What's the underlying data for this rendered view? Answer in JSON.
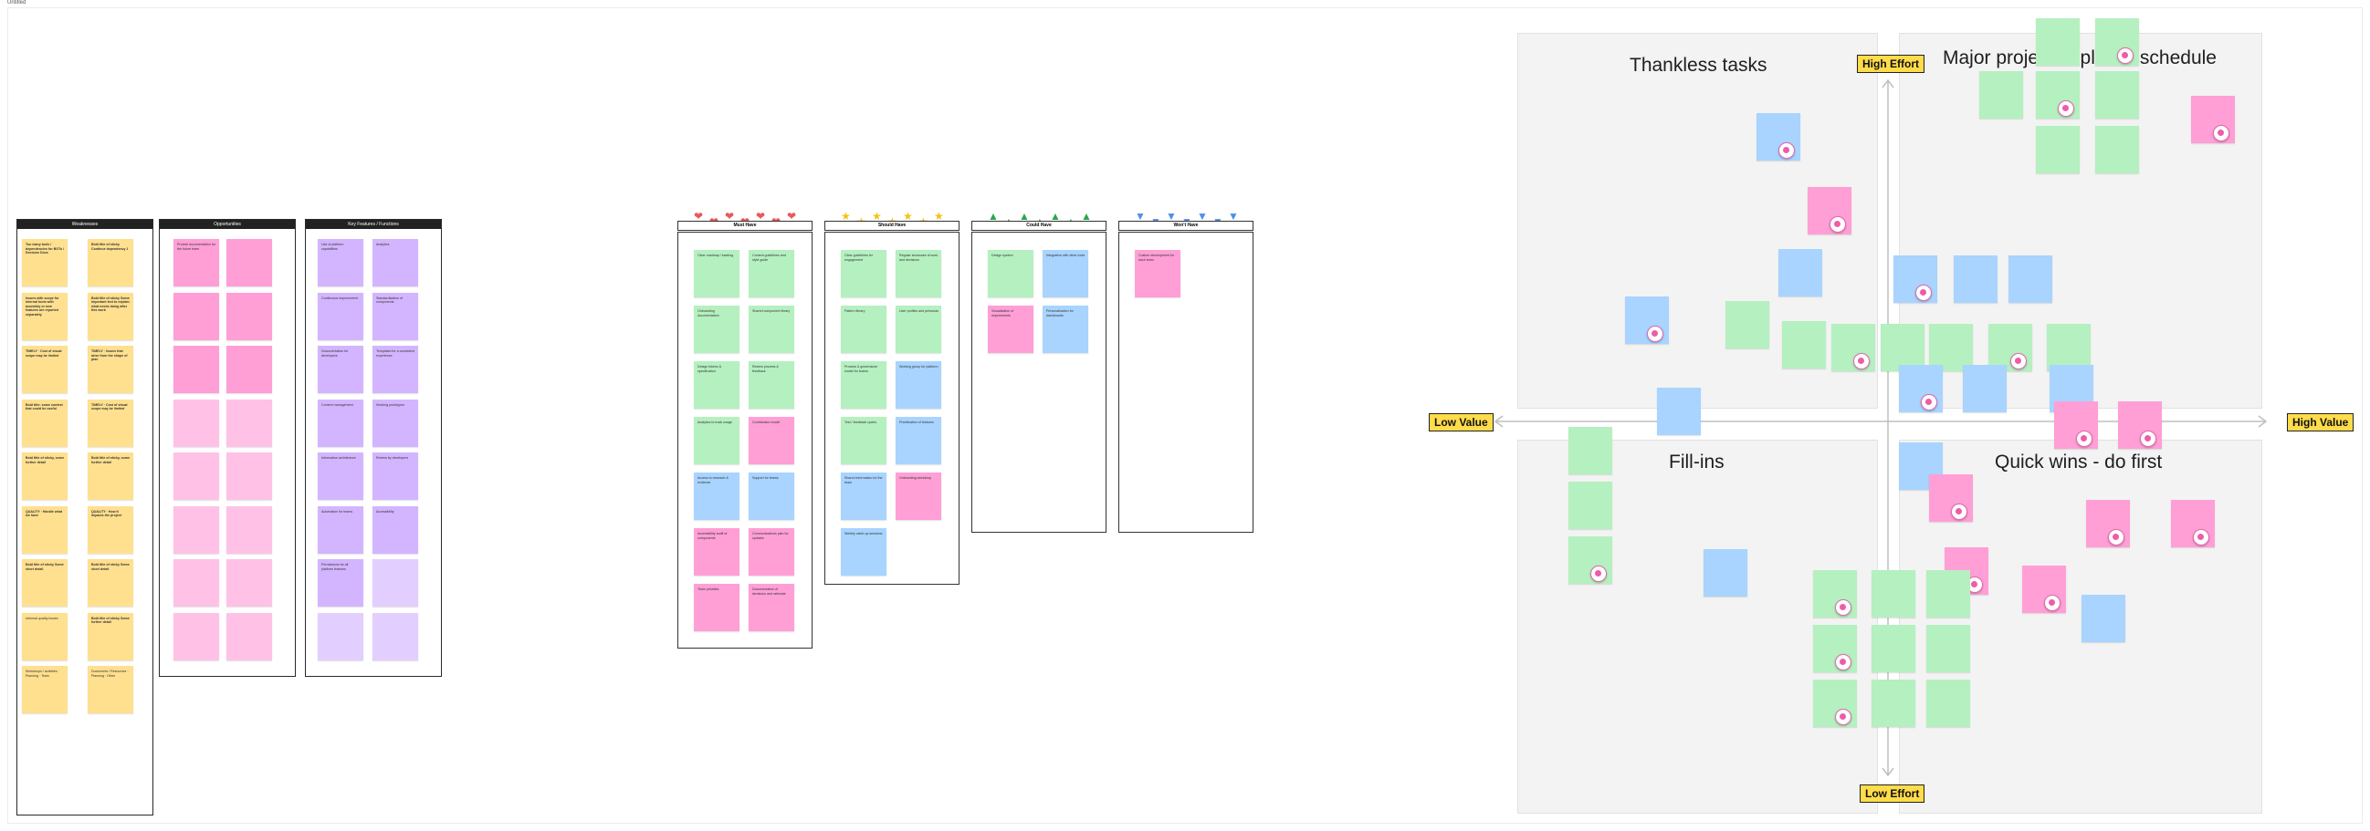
{
  "board": {
    "title": "Untitled"
  },
  "columns": [
    {
      "header": "Weaknesses",
      "notes": [
        {
          "text": "Too many tools / dependencies for BOTs / Decision Docs",
          "color": "y",
          "bold": true
        },
        {
          "text": "Bold title of sticky Continue dependency 1",
          "color": "y",
          "bold": true
        },
        {
          "text": "Issues with scope for internal tools with assembly or new features are reported separately",
          "color": "y",
          "bold": true
        },
        {
          "text": "Bold title of sticky Some important text to explain what needs doing after this work",
          "color": "y",
          "bold": true
        },
        {
          "text": "TIMELY · Cost of visual scope may be limited",
          "color": "y",
          "bold": true
        },
        {
          "text": "TIMELY · Issues that arise from the shape of plan",
          "color": "y",
          "bold": true
        },
        {
          "text": "Bold title: some context that could be useful",
          "color": "y",
          "bold": true
        },
        {
          "text": "TIMELY · Cost of visual scope may be limited",
          "color": "y",
          "bold": true
        },
        {
          "text": "Bold title of sticky, some further detail",
          "color": "y",
          "bold": true
        },
        {
          "text": "Bold title of sticky, some further detail",
          "color": "y",
          "bold": true
        },
        {
          "text": "QUALITY · Handle what we have",
          "color": "y",
          "bold": true
        },
        {
          "text": "QUALITY · How it impacts the project",
          "color": "y",
          "bold": true
        },
        {
          "text": "Bold title of sticky Some short detail",
          "color": "y",
          "bold": true
        },
        {
          "text": "Bold title of sticky Some short detail",
          "color": "y",
          "bold": true
        },
        {
          "text": "Informal quality issues",
          "color": "y",
          "bold": false
        },
        {
          "text": "Bold title of sticky Some further detail",
          "color": "y",
          "bold": true
        },
        {
          "text": "Workshops / activities · Planning · Team",
          "color": "y",
          "bold": false
        },
        {
          "text": "Documents / Resources · Planning · Other",
          "color": "y",
          "bold": false
        }
      ]
    },
    {
      "header": "Opportunities",
      "notes": [
        {
          "text": "Provide documentation for the future team",
          "color": "p"
        },
        {
          "text": "",
          "color": "p"
        },
        {
          "text": "",
          "color": "p"
        },
        {
          "text": "",
          "color": "p"
        },
        {
          "text": "",
          "color": "p"
        },
        {
          "text": "",
          "color": "p"
        },
        {
          "text": "",
          "color": "p2"
        },
        {
          "text": "",
          "color": "p2"
        },
        {
          "text": "",
          "color": "p2"
        },
        {
          "text": "",
          "color": "p2"
        },
        {
          "text": "",
          "color": "p2"
        },
        {
          "text": "",
          "color": "p2"
        },
        {
          "text": "",
          "color": "p2"
        },
        {
          "text": "",
          "color": "p2"
        },
        {
          "text": "",
          "color": "p2"
        },
        {
          "text": "",
          "color": "p2"
        }
      ]
    },
    {
      "header": "Key Features / Functions",
      "notes": [
        {
          "text": "Use of platform capabilities",
          "color": "v"
        },
        {
          "text": "Analytics",
          "color": "v"
        },
        {
          "text": "Continuous improvement",
          "color": "v"
        },
        {
          "text": "Standardisation of components",
          "color": "v"
        },
        {
          "text": "Documentation for developers",
          "color": "v"
        },
        {
          "text": "Templates for a consistent experience",
          "color": "v"
        },
        {
          "text": "Content management",
          "color": "v"
        },
        {
          "text": "Working prototypes",
          "color": "v"
        },
        {
          "text": "Information architecture",
          "color": "v"
        },
        {
          "text": "Review by developers",
          "color": "v"
        },
        {
          "text": "Automation for teams",
          "color": "v"
        },
        {
          "text": "Accessibility",
          "color": "v"
        },
        {
          "text": "Permissions for all platform features",
          "color": "v"
        },
        {
          "text": "",
          "color": "v2"
        },
        {
          "text": "",
          "color": "v2"
        },
        {
          "text": "",
          "color": "v2"
        }
      ]
    }
  ],
  "moscow": [
    {
      "header": "Must Have",
      "deco": "❤",
      "deco_color": "#e85a5a",
      "notes": [
        {
          "text": "Clear roadmap / backlog",
          "color": "g"
        },
        {
          "text": "Content guidelines and style guide",
          "color": "g"
        },
        {
          "text": "Onboarding documentation",
          "color": "g"
        },
        {
          "text": "Shared component library",
          "color": "g"
        },
        {
          "text": "Design tokens & specification",
          "color": "g"
        },
        {
          "text": "Review process & feedback",
          "color": "g"
        },
        {
          "text": "Analytics to track usage",
          "color": "g"
        },
        {
          "text": "Contribution model",
          "color": "p"
        },
        {
          "text": "Access to research & evidence",
          "color": "b"
        },
        {
          "text": "Support for teams",
          "color": "b"
        },
        {
          "text": "Accessibility audit of components",
          "color": "p"
        },
        {
          "text": "Communications plan for updates",
          "color": "p"
        },
        {
          "text": "Team priorities",
          "color": "p"
        },
        {
          "text": "Documentation of decisions and rationale",
          "color": "p"
        }
      ]
    },
    {
      "header": "Should Have",
      "deco": "★",
      "deco_color": "#f2c318",
      "notes": [
        {
          "text": "Clear guidelines for engagement",
          "color": "g"
        },
        {
          "text": "Regular showcase of work and decisions",
          "color": "g"
        },
        {
          "text": "Pattern library",
          "color": "g"
        },
        {
          "text": "User profiles and personas",
          "color": "g"
        },
        {
          "text": "Process & governance model for teams",
          "color": "g"
        },
        {
          "text": "Working group for platform",
          "color": "b"
        },
        {
          "text": "Test / feedback cycles",
          "color": "g"
        },
        {
          "text": "Prioritisation of features",
          "color": "b"
        },
        {
          "text": "Shared information for the team",
          "color": "b"
        },
        {
          "text": "Onboarding workshop",
          "color": "p"
        },
        {
          "text": "Weekly catch-up sessions",
          "color": "b"
        }
      ]
    },
    {
      "header": "Could Have",
      "deco": "▲",
      "deco_color": "#27a84a",
      "notes": [
        {
          "text": "Design system",
          "color": "g"
        },
        {
          "text": "Integration with other tools",
          "color": "b"
        },
        {
          "text": "Visualisation of requirements",
          "color": "p"
        },
        {
          "text": "Personalisation for dashboards",
          "color": "b"
        }
      ]
    },
    {
      "header": "Won't Have",
      "deco": "▼",
      "deco_color": "#4e8fe6",
      "notes": [
        {
          "text": "Custom development for each team",
          "color": "p"
        }
      ]
    }
  ],
  "matrix": {
    "quadrants": {
      "top_left": "Thankless tasks",
      "top_right": "Major projects - plan & schedule",
      "bottom_left": "Fill-ins",
      "bottom_right": "Quick wins - do first"
    },
    "axes": {
      "top": "High Effort",
      "bottom": "Low Effort",
      "left": "Low Value",
      "right": "High Value"
    }
  },
  "colors": {
    "yellow": "#ffe08f",
    "pink": "#ff9fd6",
    "violet": "#d3b5ff",
    "green": "#b5f0c0",
    "blue": "#a8d4ff",
    "axis": "#ffdc4a"
  }
}
